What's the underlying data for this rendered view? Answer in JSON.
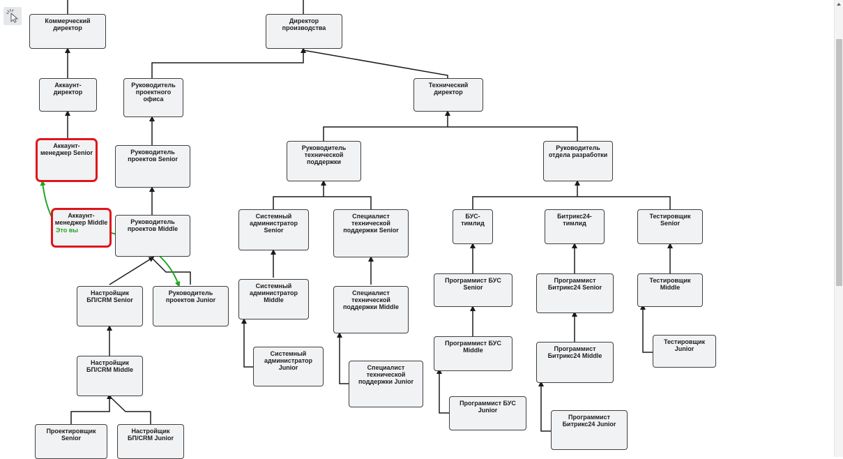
{
  "you_label": "Это вы",
  "colors": {
    "highlight": "#e0141b",
    "path": "#21a521",
    "node_bg": "#f1f2f4",
    "node_border": "#3e3e3e"
  },
  "toolbar": {
    "pointer_tool_icon": "pointer-click-icon"
  },
  "nodes": {
    "commercial_director": "Коммерческий директор",
    "production_director": "Директор производства",
    "account_director": "Аккаунт-директор",
    "pmo_head": "Руководитель проектного офиса",
    "technical_director": "Технический директор",
    "account_manager_senior": "Аккаунт-менеджер Senior",
    "project_manager_senior": "Руководитель проектов Senior",
    "support_head": "Руководитель технической поддержки",
    "dev_head": "Руководитель отдела разработки",
    "account_manager_middle": "Аккаунт-менеджер Middle",
    "project_manager_middle": "Руководитель проектов Middle",
    "sysadmin_senior": "Системный администратор Senior",
    "support_specialist_senior": "Специалист технической поддержки Senior",
    "bus_teamlead": "БУС-тимлид",
    "bitrix24_teamlead": "Битрикс24-тимлид",
    "tester_senior": "Тестировщик Senior",
    "bp_crm_configurator_senior": "Настройщик БП/CRM Senior",
    "project_manager_junior": "Руководитель проектов Junior",
    "sysadmin_middle": "Системный администратор Middle",
    "support_specialist_middle": "Специалист технической поддержки Middle",
    "bus_developer_senior": "Программист БУС Senior",
    "bitrix24_developer_senior": "Программист Битрикс24 Senior",
    "tester_middle": "Тестировщик Middle",
    "sysadmin_junior": "Системный администратор Junior",
    "tester_junior": "Тестировщик Junior",
    "bp_crm_configurator_middle": "Настройщик БП/CRM Middle",
    "bus_developer_middle": "Программист БУС Middle",
    "bitrix24_developer_middle": "Программист Битрикс24 Middle",
    "support_specialist_junior": "Специалист технической поддержки Junior",
    "bus_developer_junior": "Программист БУС Junior",
    "bitrix24_developer_junior": "Программист Битрикс24 Junior",
    "designer_senior": "Проектировщик Senior",
    "bp_crm_configurator_junior": "Настройщик БП/CRM Junior"
  }
}
